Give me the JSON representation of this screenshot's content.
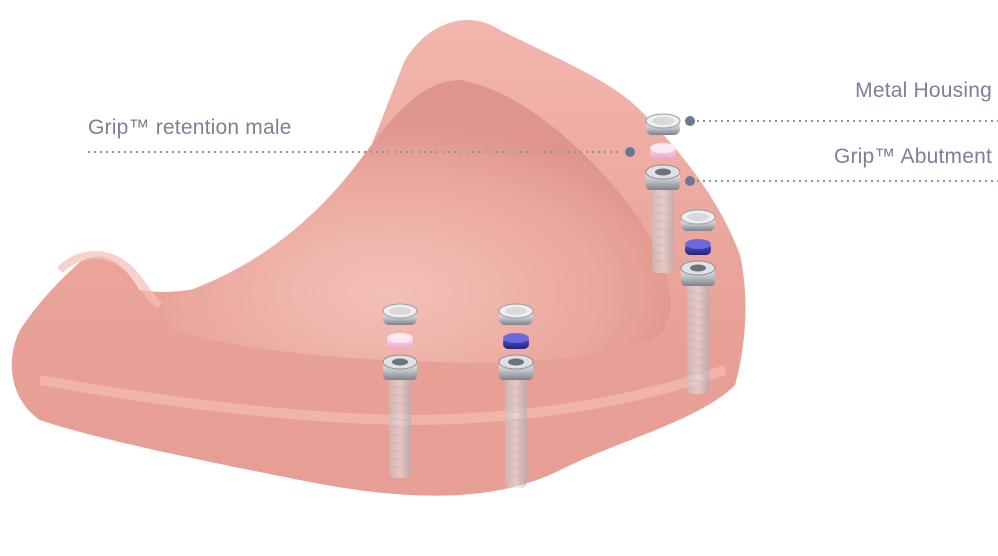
{
  "labels": {
    "metal_housing": "Metal Housing",
    "retention_male": "Grip™ retention male",
    "abutment": "Grip™ Abutment"
  },
  "colors": {
    "gum": "#ecaaa1",
    "gum_dark": "#d88379",
    "gum_light": "#f6c4bc",
    "retention_male_pink": "#f5c6dc",
    "retention_male_blue": "#3a3aa0",
    "metal": "#c9ccd0",
    "callout_line": "#8a92a8",
    "callout_dot": "#6e7894",
    "label_text": "#7d8196"
  }
}
